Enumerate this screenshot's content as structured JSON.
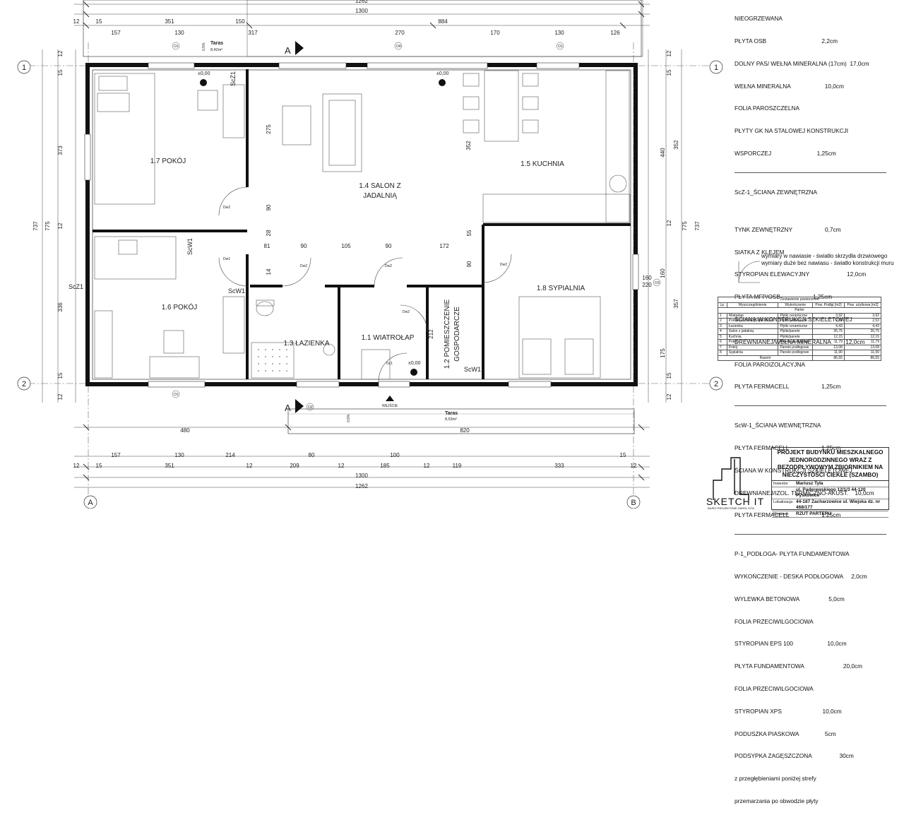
{
  "dims": {
    "top_overall_1262": "1262",
    "top_overall_1300": "1300",
    "top_segments": [
      "15",
      "157",
      "351",
      "130",
      "150",
      "317",
      "270",
      "884",
      "170",
      "130",
      "126",
      "12"
    ],
    "bottom_segments": [
      "12",
      "15",
      "157",
      "130",
      "351",
      "214",
      "12",
      "209",
      "80",
      "12",
      "185",
      "100",
      "12",
      "119",
      "333",
      "12",
      "15"
    ],
    "bottom_1300": "1300",
    "bottom_1262": "1262",
    "bottom_480": "480",
    "bottom_820": "820",
    "left_vertical": [
      "12",
      "15",
      "373",
      "12",
      "336",
      "15",
      "12",
      "775",
      "737"
    ],
    "right_vertical": [
      "12",
      "15",
      "440",
      "352",
      "12",
      "775",
      "737",
      "160",
      "357",
      "175",
      "15",
      "12"
    ],
    "interior": [
      "275",
      "352",
      "90",
      "28",
      "81",
      "14",
      "90",
      "105",
      "90",
      "172",
      "55",
      "90",
      "212",
      "160",
      "220"
    ]
  },
  "axes": {
    "one": "1",
    "two": "2",
    "a": "A",
    "b": "B"
  },
  "section_mark": "A",
  "rooms": {
    "r17": "1.7 POKÓJ",
    "r16": "1.6 POKÓJ",
    "r14a": "1.4 SALON Z",
    "r14b": "JADALNIĄ",
    "r15": "1.5 KUCHNIA",
    "r18": "1.8 SYPIALNIA",
    "r13": "1.3 ŁAZIENKA",
    "r11": "1.1 WIATROŁAP",
    "r12a": "1.2 POMIESZCZENIE",
    "r12b": "GOSPODARCZE"
  },
  "terraces": {
    "top_label": "Taras",
    "top_area": "8,42m²",
    "bottom_label": "Taras",
    "bottom_area": "8,53m²",
    "slope": "0,5%"
  },
  "entrance": "WEJŚCIE",
  "wall_labels": {
    "scz1": "ScZ1",
    "scw1": "ScW1"
  },
  "door_labels": {
    "dw2": "Dw2",
    "dw1": "Dw1",
    "dz1": "Dz1",
    "o1": "O1",
    "o2": "O2",
    "o3": "O3",
    "o4": "O4"
  },
  "level": "±0,00",
  "notes": {
    "sec1": [
      "NIEOGRZEWANA",
      "PŁYTA OSB                                  2,2cm",
      "DOLNY PAS/ WEŁNA MINERALNA (17cm)  17,0cm",
      "WEŁNA MINERALNA                     10,0cm",
      "FOLIA PAROSZCZELNA",
      "PŁYTY GK NA STALOWEJ KONSTRUKCJI",
      "WSPORCZEJ                            1,25cm"
    ],
    "sec2": [
      "ScZ-1_ŚCIANA ZEWNĘTRZNA",
      "",
      "TYNK ZEWNĘTRZNY                    0,7cm",
      "SIATKA Z KLEJEM",
      "STYROPIAN ELEWACYJNY                       12,0cm",
      "PŁYTA MFP/OSB                    1,25cm",
      "ŚCIANA W KONSTRUKCJI SZKIELETOWEJ",
      "DREWNIANEJ/WEŁNA MINERALNA         12,0cm",
      "FOLIA PAROIZOLACYJNA",
      "PŁYTA FERMACELL                    1,25cm"
    ],
    "sec3": [
      "ScW-1_ŚCIANA WEWNĘTRZNA",
      "PŁYTA FERMACELL                    1,25cm",
      "ŚCIANA W KONSTRUKCJI SZKIELETOWEJ",
      "DREWNIANEJ/IZOL. TERMICZNO-AKUST.    10,0cm",
      "PŁYTA FERMACELL                    1,25cm"
    ],
    "sec4": [
      "P-1_PODŁOGA- PŁYTA FUNDAMENTOWA",
      "WYKOŃCZENIE - DESKA PODŁOGOWA     2,0cm",
      "WYLEWKA BETONOWA                  5,0cm",
      "FOLIA PRZECIWILGOCIOWA",
      "STYROPIAN EPS 100                     10,0cm",
      "PŁYTA FUNDAMENTOWA                        20,0cm",
      "FOLIA PRZECIWILGOCIOWA",
      "STYROPIAN XPS                         10,0cm",
      "PODUSZKA PIASKOWA                5cm",
      "PODSYPKA ZAGĘSZCZONA                 30cm",
      "z przegłębieniami poniżej strefy",
      "przemarzania po obwodzie płyty"
    ]
  },
  "legend": {
    "l1": "wymiary w nawiasie - światło skrzydła drzwiowego",
    "l2": "wymiary duże bez nawiasu - światło konstrukcji muru"
  },
  "table": {
    "title": "Zestawienie powierzchni",
    "headers": [
      "Lp.",
      "Wyszczególnienie",
      "Wykończenie",
      "Pow. Podłgi [m2]",
      "Pow. użytkowa [m2]"
    ],
    "group": "Parter",
    "rows": [
      [
        "1",
        "Wiatrołap",
        "Płytki ceramiczne",
        "3,92",
        "3,92"
      ],
      [
        "2",
        "Pomieszczenie gospodarcze",
        "Płytki ceramiczne",
        "2,53",
        "2,53"
      ],
      [
        "3",
        "Łazienka",
        "Płytki ceramiczne",
        "4,43",
        "4,43"
      ],
      [
        "4",
        "Salon z jadalnią",
        "Płytki/panele",
        "26,75",
        "26,75"
      ],
      [
        "5",
        "Kuchnia",
        "Płytki/panele",
        "12,15",
        "12,15"
      ],
      [
        "6",
        "Pokój",
        "Panele podłogowe",
        "11,79",
        "11,79"
      ],
      [
        "7",
        "Pokój",
        "Panele podłogowe",
        "13,08",
        "13,08"
      ],
      [
        "8",
        "Sypialnia",
        "Panele podłogowe",
        "11,90",
        "11,90"
      ]
    ],
    "total_label": "Razem",
    "total_a": "86,55",
    "total_b": "86,55"
  },
  "title_block": {
    "title": "PROJEKT BUDYNKU MIESZKALNEGO JEDNORODZINNEGO WRAZ Z BEZODPŁYWOWYM ZBIORNIKIEM NA NIECZYSTOŚCI CIEKŁE (SZAMBO)",
    "investor_label": "Inwestor",
    "investor_name": "Mariusz Tyła",
    "investor_addr": "ul. Paderewskiego 12/1/3 44-120 Pyskowice",
    "location_label": "Lokalizacja",
    "location": "44-187 Zacharzowice ul. Wiejska dz. nr 468/177",
    "drawing_label": "Rysunek",
    "drawing": "RZUT PARTERU"
  },
  "logo": {
    "name": "SKETCH IT",
    "sub": "BIURO PROJEKTOWE KAROL KITA"
  }
}
